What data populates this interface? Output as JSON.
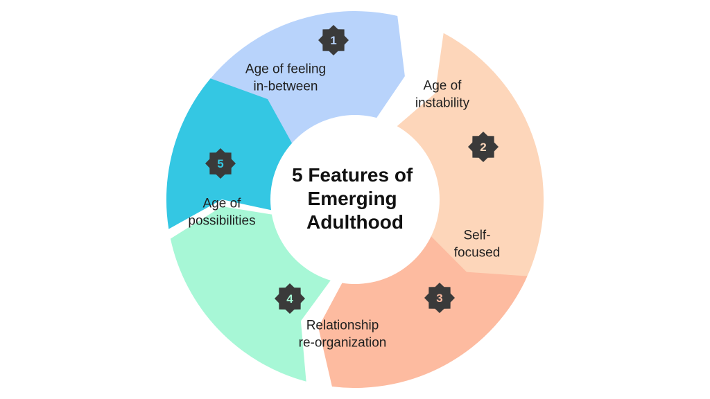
{
  "center": {
    "title_lines": [
      "5 Features of",
      "Emerging",
      "Adulthood"
    ]
  },
  "segments": [
    {
      "number": "1",
      "lines": [
        "Age of feeling",
        "in-between"
      ],
      "color": "#b8d3fb",
      "badge_text_color": "#b8d3fb"
    },
    {
      "number": "2",
      "lines": [
        "Age of",
        "instability"
      ],
      "color": "#fdd6ba",
      "badge_text_color": "#fdd6ba"
    },
    {
      "number": "3",
      "lines": [
        "Self-",
        "focused"
      ],
      "color": "#fdbba0",
      "badge_text_color": "#fdbba0"
    },
    {
      "number": "4",
      "lines": [
        "Relationship",
        "re-organization"
      ],
      "color": "#a7f7d6",
      "badge_text_color": "#a7f7d6"
    },
    {
      "number": "5",
      "lines": [
        "Age of",
        "possibilities"
      ],
      "color": "#34c7e3",
      "badge_text_color": "#34c7e3"
    }
  ],
  "colors": {
    "background": "#ffffff",
    "badge": "#3a3a3a",
    "center_circle": "#ffffff"
  },
  "icons": {
    "badge": "starburst-badge-icon"
  }
}
